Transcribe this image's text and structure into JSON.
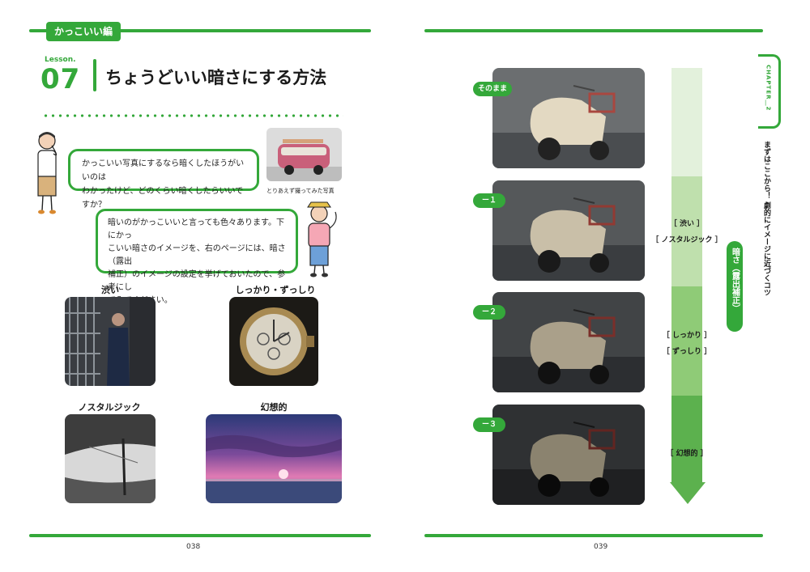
{
  "left_page": {
    "tag": "かっこいい編",
    "lesson_label": "Lesson.",
    "lesson_number": "07",
    "title": "ちょうどいい暗さにする方法",
    "bubble1": {
      "line1": "かっこいい写真にするなら暗くしたほうがいいのは",
      "line2": "わかったけど、どのくらい暗くしたらいいですか？"
    },
    "bubble2": {
      "line1": "暗いのがかっこいいと言っても色々あります。下にかっ",
      "line2": "こいい暗さのイメージを、右のページには、暗さ（露出",
      "line3": "補正）のイメージの設定を挙げておいたので、参考にし",
      "line4": "てみてください。"
    },
    "bus_caption": "とりあえず撮ってみた写真",
    "samples": [
      "渋い",
      "しっかり・ずっしり",
      "ノスタルジック",
      "幻想的"
    ],
    "page_number": "038"
  },
  "right_page": {
    "steps": [
      "そのまま",
      "ー１",
      "ー２",
      "ー３"
    ],
    "scale": {
      "shibui": "［ 渋い ］",
      "nostalgic": "［ ノスタルジック ］",
      "shikkari": "［ しっかり ］",
      "zusshiri": "［ ずっしり ］",
      "gensou": "［ 幻想的 ］"
    },
    "exposure_label": "暗さ（露出補正）",
    "chapter_label": "CHAPTER＿2",
    "vertical_title": "まずはここから！ 劇的にイメージに近づくコツ",
    "page_number": "039"
  },
  "colors": {
    "accent": "#34a83a",
    "scale_light": "#e3f1dc",
    "scale_1": "#bfe0ad",
    "scale_2": "#8fcb77",
    "scale_3": "#5cb14e"
  }
}
